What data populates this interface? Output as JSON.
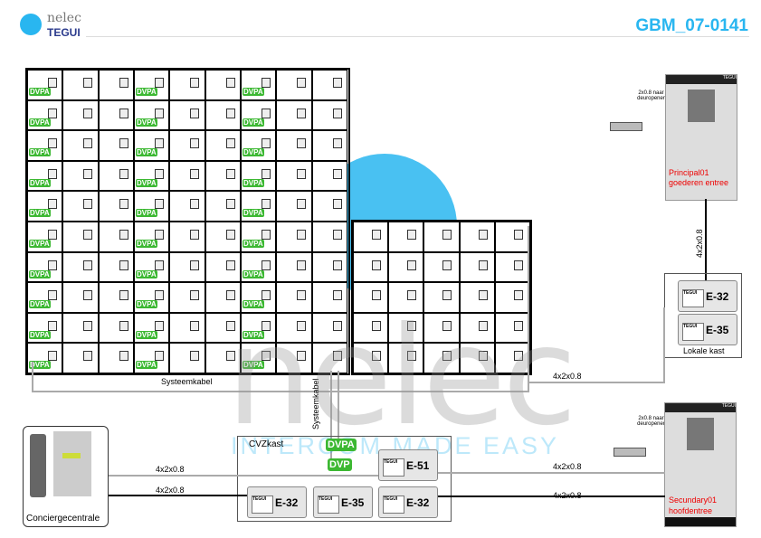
{
  "header": {
    "brand": "nelec",
    "brand_sub": "TEGUI",
    "doc_id": "GBM_07-0141"
  },
  "watermark": {
    "text": "nelec",
    "tagline": "INTERCOM MADE EASY"
  },
  "apartments": {
    "label": "DVPA",
    "left_rows": 10,
    "left_blocks": 3,
    "cols_per_block": 3,
    "right_rows": 5,
    "right_cols": 5
  },
  "cables": {
    "systeemkabel_h": "Systeemkabel",
    "systeemkabel_v": "Systeemkabel",
    "c1": "4x2x0.8",
    "c2": "4x2x0.8",
    "c3": "4x2x0.8",
    "c4": "4x2x0.8",
    "c5": "4x2x0.8",
    "vertical": "4x2x0.8"
  },
  "principal": {
    "opener": "2x0.8 naar deuropener",
    "name": "Principal01",
    "sub": "goederen entree",
    "brand": "TEGUI"
  },
  "secondary": {
    "opener": "2x0.8 naar deuropener",
    "name": "Secundary01",
    "sub": "hoofdentree",
    "brand": "TEGUI"
  },
  "lokale_kast": {
    "label": "Lokale kast",
    "modules": [
      "E-32",
      "E-35"
    ]
  },
  "cvz": {
    "label": "CVZkast",
    "dvpa": "DVPA",
    "dvp": "DVP",
    "modules": [
      "E-51",
      "E-32",
      "E-35",
      "E-32"
    ],
    "module_brand": "TEGUI"
  },
  "concierge": {
    "label": "Conciergecentrale"
  }
}
